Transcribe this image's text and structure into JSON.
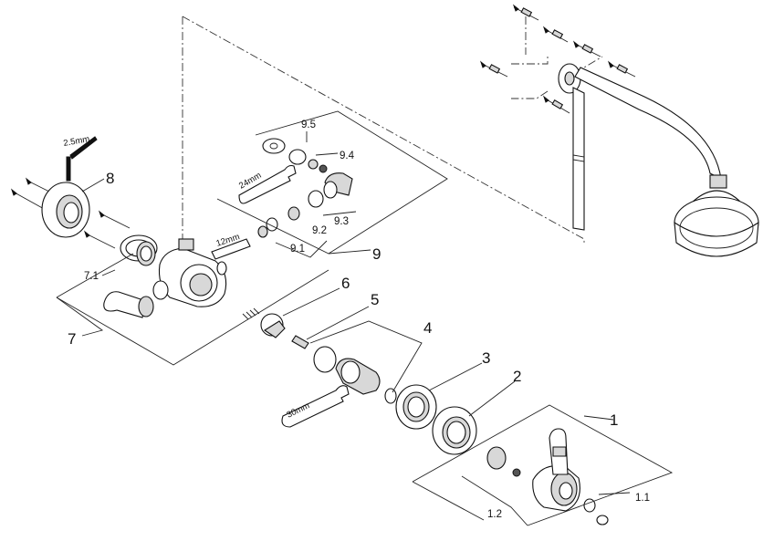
{
  "diagram": {
    "labels": {
      "p1": "1",
      "p1_1": "1.1",
      "p1_2": "1.2",
      "p2": "2",
      "p3": "3",
      "p4": "4",
      "p5": "5",
      "p6": "6",
      "p7": "7",
      "p7_1": "7.1",
      "p8": "8",
      "p9": "9",
      "p9_1": "9.1",
      "p9_2": "9.2",
      "p9_3": "9.3",
      "p9_4": "9.4",
      "p9_5": "9.5"
    },
    "tools": {
      "allen_key": "2.5mm",
      "hex_bar": "12mm",
      "wrench_small": "24mm",
      "wrench_large": "30mm"
    }
  }
}
